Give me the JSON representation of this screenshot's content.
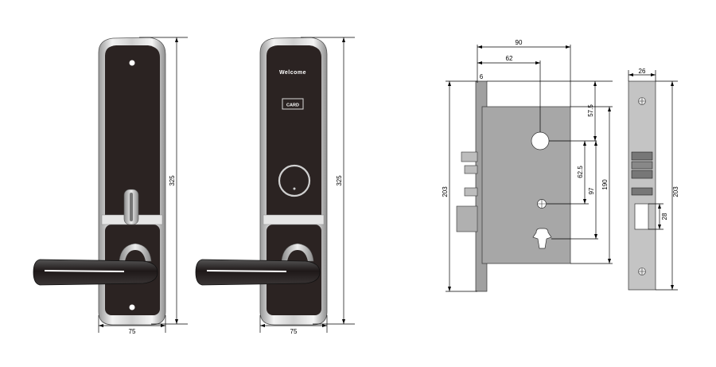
{
  "front_panel": {
    "width_label": "75",
    "height_label": "325"
  },
  "back_panel": {
    "welcome_text": "Welcome",
    "card_text": "CARD",
    "width_label": "75",
    "height_label": "325"
  },
  "mortise_side": {
    "dims": {
      "d90": "90",
      "d62": "62",
      "d6": "6",
      "d203": "203",
      "d57_5": "57.5",
      "d62_5": "62.5",
      "d97": "97",
      "d190": "190"
    }
  },
  "mortise_front": {
    "dims": {
      "d26": "26",
      "d203": "203",
      "d28": "28"
    }
  },
  "colors": {
    "panel_dark": "#2b2322",
    "chrome": "#c9c9c9",
    "case_gray": "#a7a7a7",
    "faceplate_gray": "#c4c4c4"
  }
}
